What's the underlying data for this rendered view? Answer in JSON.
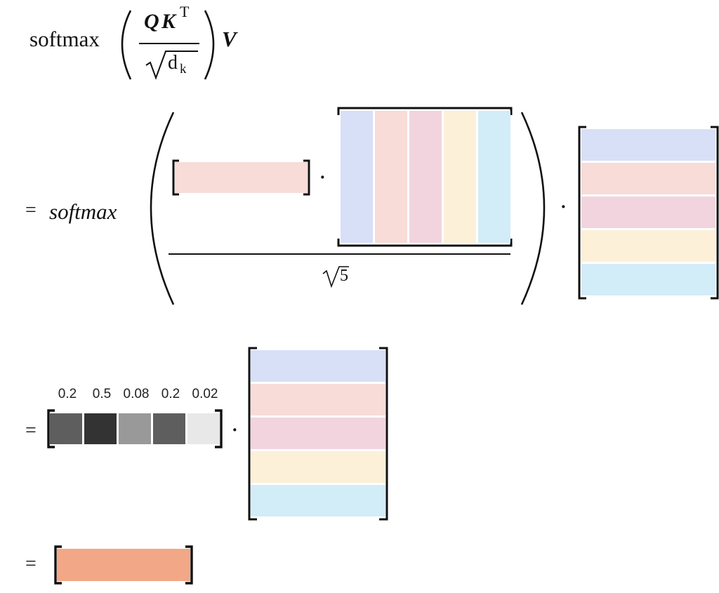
{
  "formula": {
    "func": "softmax",
    "q": "Q",
    "k": "K",
    "t": "T",
    "sqrt_d": "d",
    "sub_k": "k",
    "v": "V"
  },
  "step1": {
    "equals": "=",
    "func": "softmax",
    "divisor": "5",
    "dot1": "·",
    "dot2": "·",
    "query_color": "#f7dcd8",
    "key_columns": [
      "#d8e0f8",
      "#f7dcd8",
      "#f2d4df",
      "#fcf0d8",
      "#d2edf8"
    ],
    "value_rows": [
      "#d8e0f8",
      "#f7dcd8",
      "#f2d4df",
      "#fcf0d8",
      "#d2edf8"
    ]
  },
  "step2": {
    "equals": "=",
    "dot": "·",
    "weights": [
      {
        "label": "0.2",
        "color": "#5e5e5e"
      },
      {
        "label": "0.5",
        "color": "#333333"
      },
      {
        "label": "0.08",
        "color": "#999999"
      },
      {
        "label": "0.2",
        "color": "#5e5e5e"
      },
      {
        "label": "0.02",
        "color": "#e8e8e8"
      }
    ],
    "value_rows": [
      "#d8e0f8",
      "#f7dcd8",
      "#f2d4df",
      "#fcf0d8",
      "#d2edf8"
    ]
  },
  "step3": {
    "equals": "=",
    "output_color": "#f2a886"
  }
}
